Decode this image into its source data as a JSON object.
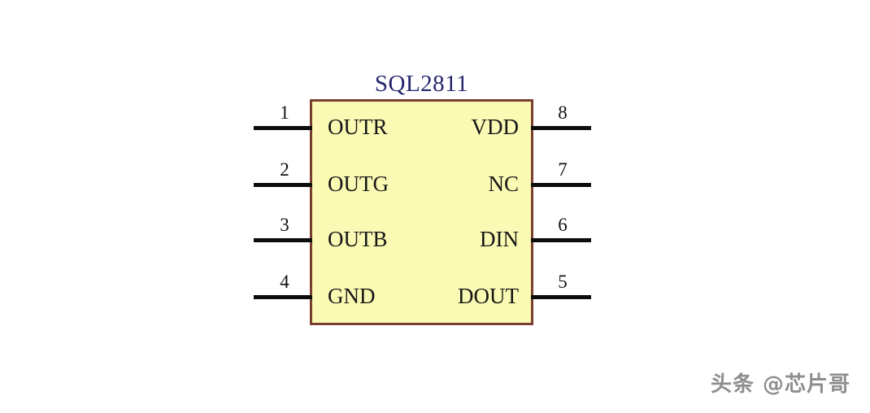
{
  "diagram": {
    "kind": "ic-pinout-diagram",
    "title": "SQL2811",
    "title_color": "#26266e",
    "body_fill": "#fafab4",
    "body_border": "#7b3f2f",
    "lead_color": "#0d0d0d",
    "background": "#ffffff",
    "package_pin_count": 8
  },
  "pins": {
    "left": [
      {
        "number": "1",
        "label": "OUTR"
      },
      {
        "number": "2",
        "label": "OUTG"
      },
      {
        "number": "3",
        "label": "OUTB"
      },
      {
        "number": "4",
        "label": "GND"
      }
    ],
    "right": [
      {
        "number": "8",
        "label": "VDD"
      },
      {
        "number": "7",
        "label": "NC"
      },
      {
        "number": "6",
        "label": "DIN"
      },
      {
        "number": "5",
        "label": "DOUT"
      }
    ]
  },
  "watermark": {
    "text": "头条 @芯片哥",
    "color": "#8e8e8e"
  }
}
